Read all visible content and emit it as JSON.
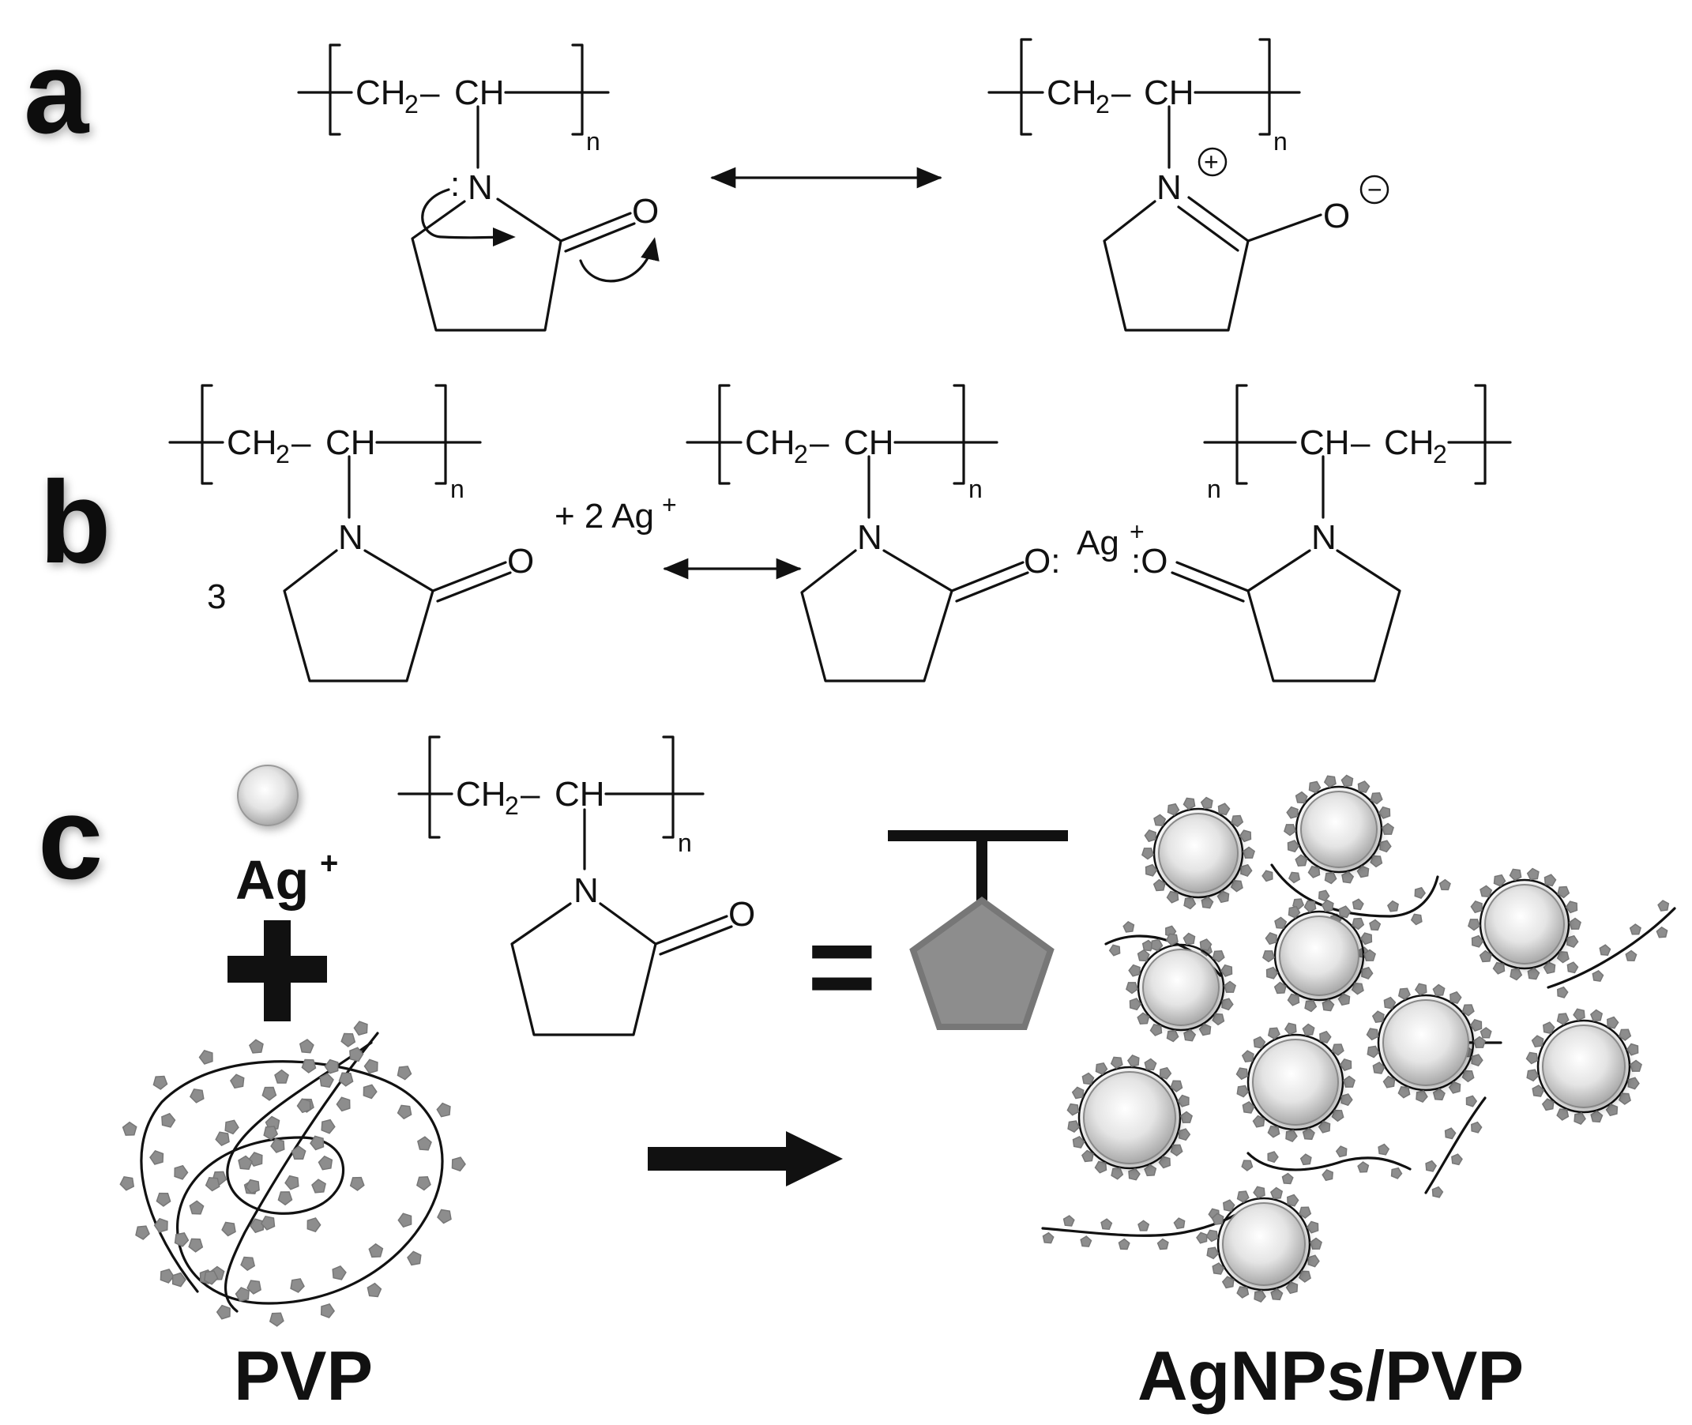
{
  "panels": {
    "a": {
      "label": "a",
      "left_repeat": {
        "ch2": "CH",
        "sub2": "2",
        "dash": "–",
        "ch": "CH",
        "n": "n"
      },
      "left_ring": {
        "n": "N",
        "o": "O",
        "lone_pair": ":"
      },
      "right_repeat": {
        "ch2": "CH",
        "sub2": "2",
        "dash": "–",
        "ch": "CH",
        "n": "n"
      },
      "right_ring": {
        "n": "N",
        "plus": "+",
        "o": "O",
        "minus": "−"
      }
    },
    "b": {
      "label": "b",
      "coefficient": "3",
      "reagent": "+ 2 Ag",
      "reagent_sup": "+",
      "left_repeat": {
        "ch2": "CH",
        "sub2": "2",
        "dash": "–",
        "ch": "CH",
        "n": "n",
        "ring_n": "N",
        "ring_o": "O"
      },
      "mid_repeat": {
        "ch2": "CH",
        "sub2": "2",
        "dash": "–",
        "ch": "CH",
        "n": "n",
        "ring_n": "N",
        "ring_o": "O:"
      },
      "complex_ag": "Ag",
      "complex_ag_sup": "+",
      "right_repeat": {
        "ch": "CH",
        "dash": "–",
        "ch2": "CH",
        "sub2": "2",
        "n": "n",
        "ring_n": "N",
        "ring_o": ":O"
      }
    },
    "c": {
      "label": "c",
      "ag_ion": "Ag",
      "ag_ion_sup": "+",
      "plus": "+",
      "monomer": {
        "ch2": "CH",
        "sub2": "2",
        "dash": "–",
        "ch": "CH",
        "n": "n",
        "ring_n": "N",
        "ring_o": "O"
      },
      "equals": "=",
      "reactant_caption": "PVP",
      "product_caption": "AgNPs/PVP"
    }
  },
  "colors": {
    "pentagon_fill": "#8d8d8d",
    "pentagon_stroke": "#777777",
    "sphere_light": "#ffffff",
    "sphere_dark": "#a9a9a9"
  }
}
